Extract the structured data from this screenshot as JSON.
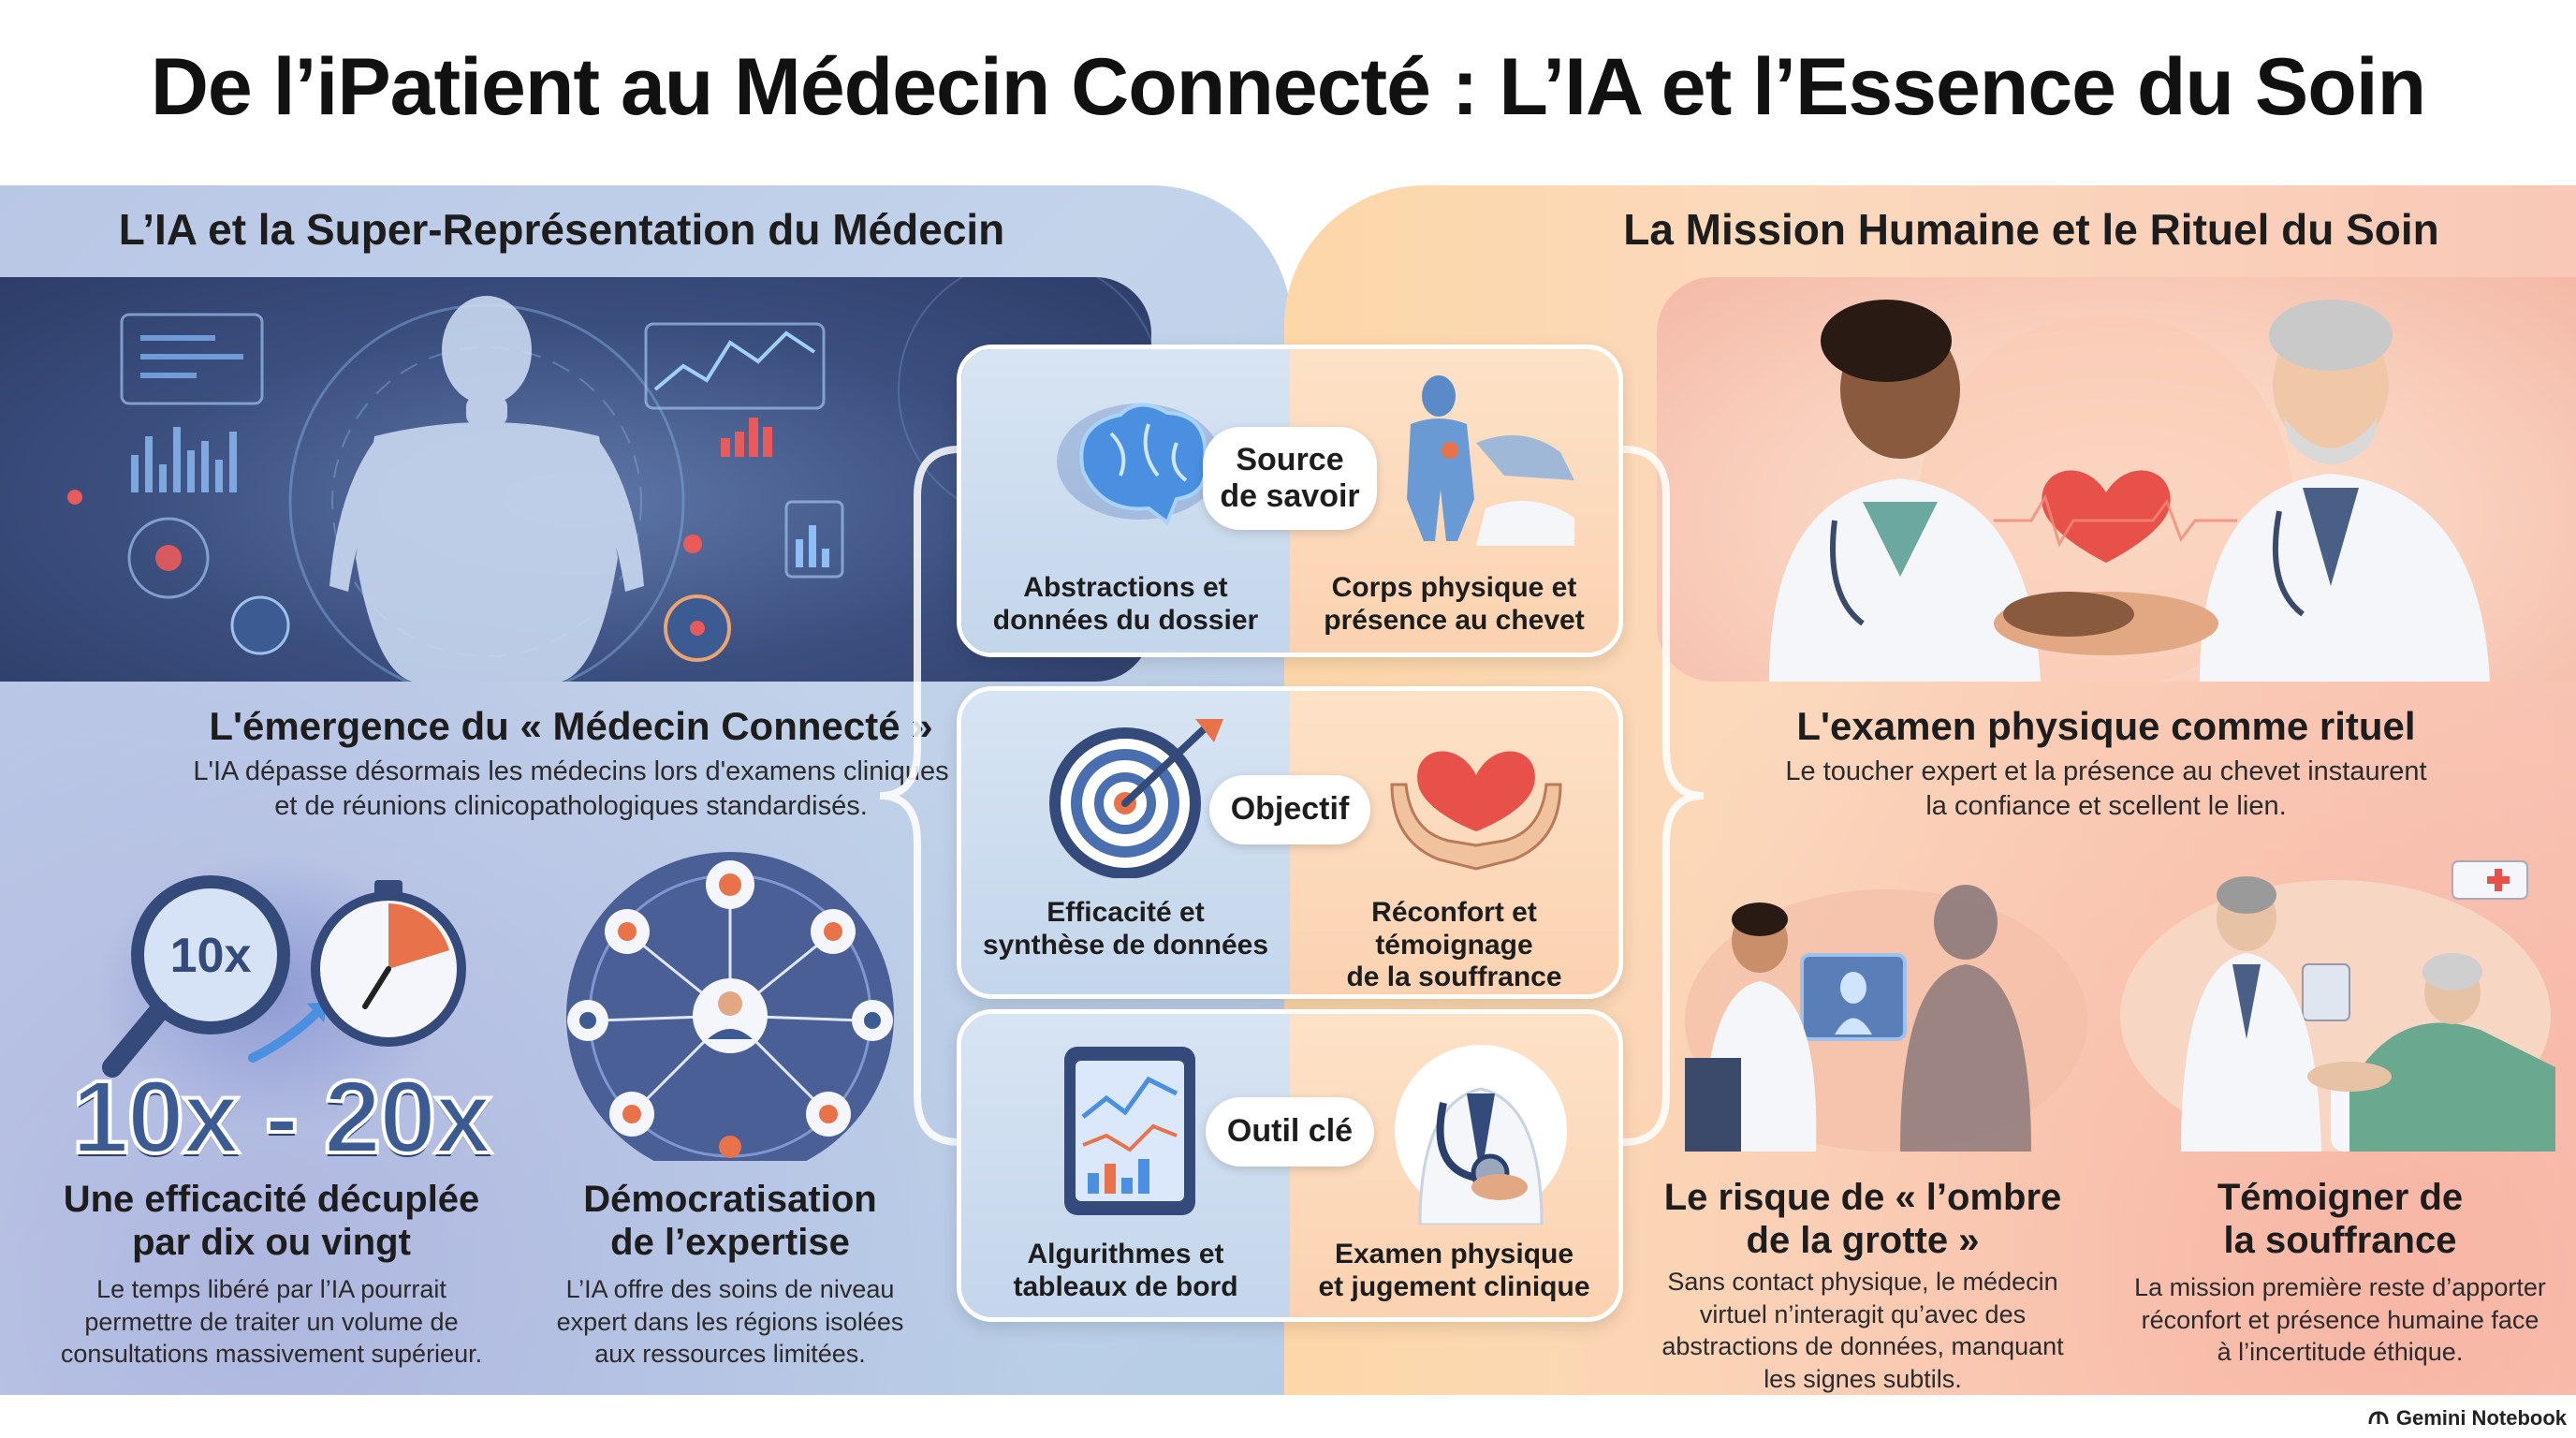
{
  "title": "De l’iPatient au Médecin Connecté : L’IA et l’Essence du Soin",
  "left": {
    "heading": "L’IA et la Super-Représentation du Médecin",
    "emergence": {
      "title": "L'émergence du « Médecin Connecté »",
      "text_line1": "L'IA dépasse désormais les médecins lors d'examens cliniques",
      "text_line2": "et de réunions clinicopathologiques standardisés."
    },
    "efficiency": {
      "badge": "10x",
      "big_number": "10x - 20x",
      "title_line1": "Une efficacité décuplée",
      "title_line2": "par dix ou vingt",
      "text_line1": "Le temps libéré par l’IA pourrait",
      "text_line2": "permettre de traiter un volume de",
      "text_line3": "consultations massivement supérieur."
    },
    "democratisation": {
      "title_line1": "Démocratisation",
      "title_line2": "de l’expertise",
      "text_line1": "L’IA offre des soins de niveau",
      "text_line2": "expert dans les régions isolées",
      "text_line3": "aux ressources limitées."
    }
  },
  "right": {
    "heading": "La Mission Humaine et le Rituel du Soin",
    "ritual": {
      "title": "L'examen physique comme rituel",
      "text_line1": "Le toucher expert et la présence au chevet instaurent",
      "text_line2": "la confiance et scellent le lien."
    },
    "cave": {
      "title_line1": "Le risque de « l’ombre",
      "title_line2": "de la grotte »",
      "text_line1": "Sans contact physique, le médecin",
      "text_line2": "virtuel n’interagit qu’avec des",
      "text_line3": "abstractions de données, manquant",
      "text_line4": "les signes subtils."
    },
    "witness": {
      "title_line1": "Témoigner de",
      "title_line2": "la souffrance",
      "text_line1": "La mission première reste d’apporter",
      "text_line2": "réconfort et présence humaine face",
      "text_line3": "à l’incertitude éthique."
    }
  },
  "cards": [
    {
      "label_line1": "Source",
      "label_line2": "de savoir",
      "left_line1": "Abstractions et",
      "left_line2": "données du dossier",
      "right_line1": "Corps physique et",
      "right_line2": "présence au chevet",
      "left_icon": "brain-icon",
      "right_icon": "patient-body-icon"
    },
    {
      "label_line1": "Objectif",
      "label_line2": "",
      "left_line1": "Efficacité et",
      "left_line2": "synthèse de données",
      "right_line1": "Réconfort et témoignage",
      "right_line2": "de la souffrance",
      "left_icon": "target-icon",
      "right_icon": "heart-hands-icon"
    },
    {
      "label_line1": "Outil clé",
      "label_line2": "",
      "left_line1": "Algurithmes et",
      "left_line2": "tableaux de bord",
      "right_line1": "Examen physique",
      "right_line2": "et jugement clinique",
      "left_icon": "tablet-dashboard-icon",
      "right_icon": "stethoscope-icon"
    }
  ],
  "footer": {
    "brand": "Gemini Notebook"
  },
  "colors": {
    "left_panel": "#c3d3ea",
    "right_panel": "#fbd9bd",
    "accent_orange": "#e8734a",
    "accent_blue": "#3b5b92",
    "heart_red": "#e8504a"
  }
}
